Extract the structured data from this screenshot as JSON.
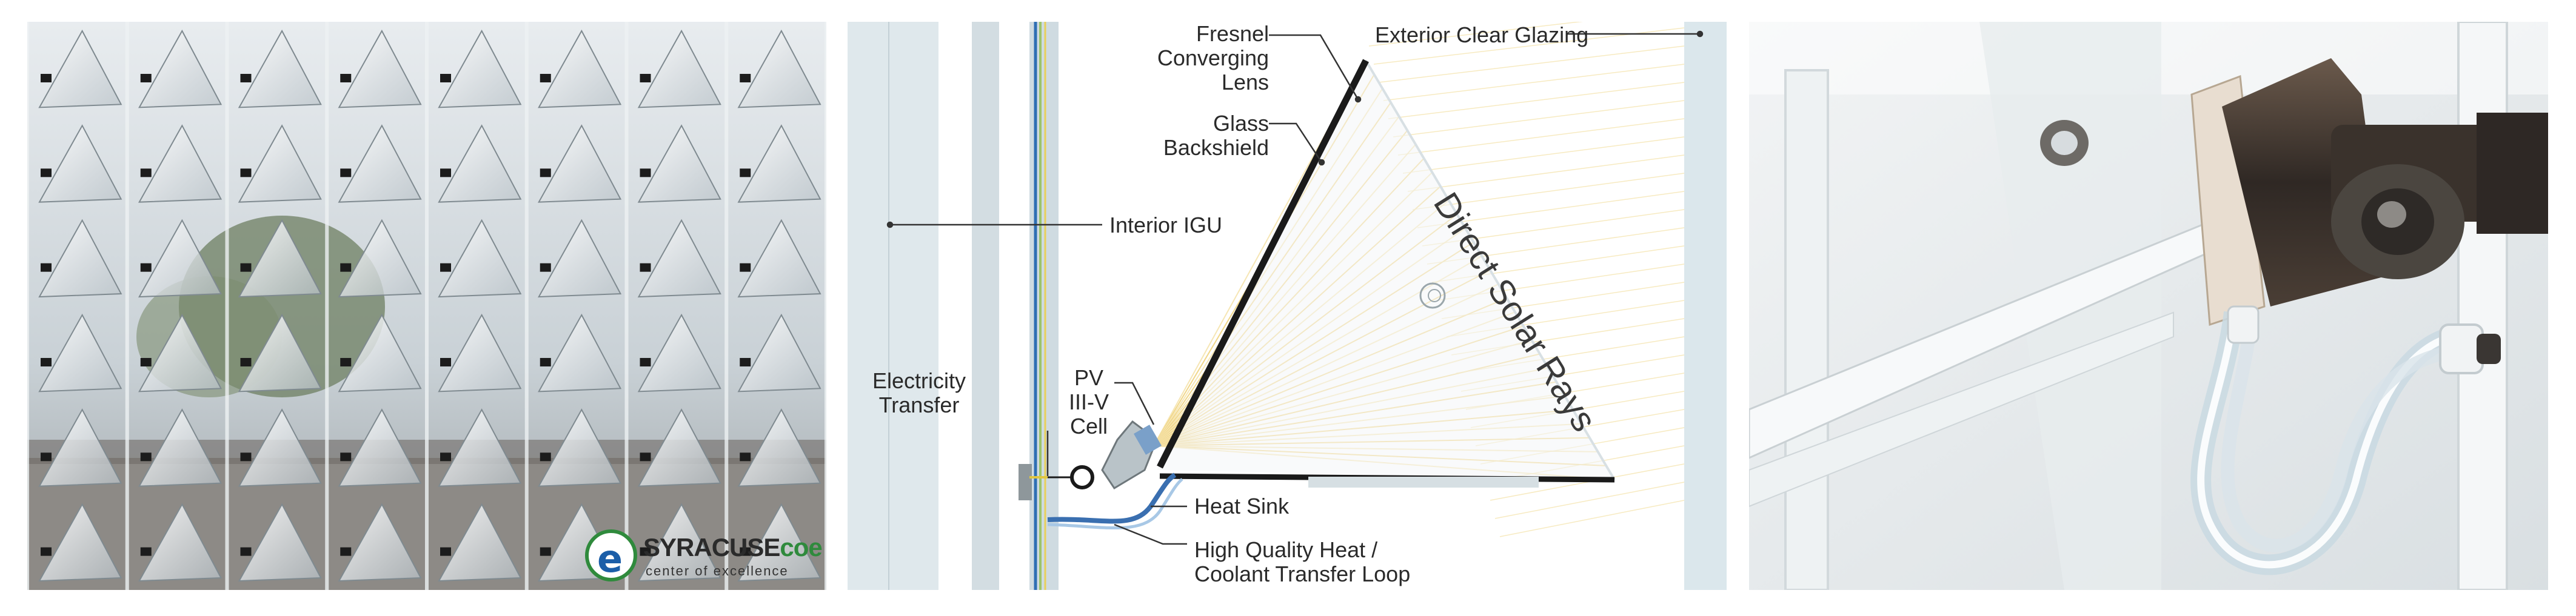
{
  "photo_left": {
    "logo": {
      "brand": "SYRACUSE",
      "brand_suffix": "coe",
      "tagline": "center of excellence"
    }
  },
  "diagram": {
    "labels": {
      "fresnel_1": "Fresnel",
      "fresnel_2": "Converging",
      "fresnel_3": "Lens",
      "exterior_glazing": "Exterior Clear Glazing",
      "glass_1": "Glass",
      "glass_2": "Backshield",
      "interior_igu": "Interior IGU",
      "direct_solar_rays": "Direct Solar Rays",
      "electricity_1": "Electricity",
      "electricity_2": "Transfer",
      "pv_1": "PV",
      "pv_2": "III-V",
      "pv_3": "Cell",
      "heat_sink": "Heat Sink",
      "coolant_1": "High Quality Heat /",
      "coolant_2": "Coolant Transfer Loop"
    }
  },
  "photo_right": {}
}
